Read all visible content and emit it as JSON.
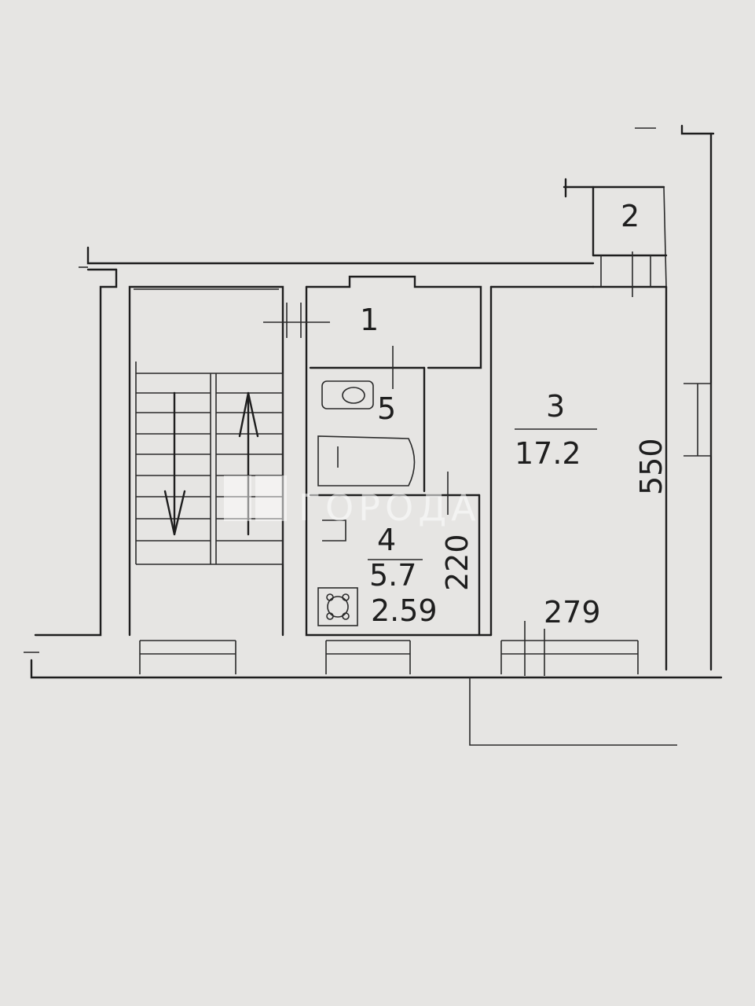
{
  "plan": {
    "labels": {
      "room_1": "1",
      "room_2": "2",
      "room_3": "3",
      "room_3_area": "17.2",
      "room_4": "4",
      "room_4_area": "5.7",
      "room_5": "5",
      "dim_550": "550",
      "dim_220": "220",
      "dim_279": "279",
      "dim_259": "2.59"
    },
    "watermark": "ГОРОДА"
  },
  "colors": {
    "paper": "#e6e5e3",
    "ink": "#1e1e1e"
  }
}
